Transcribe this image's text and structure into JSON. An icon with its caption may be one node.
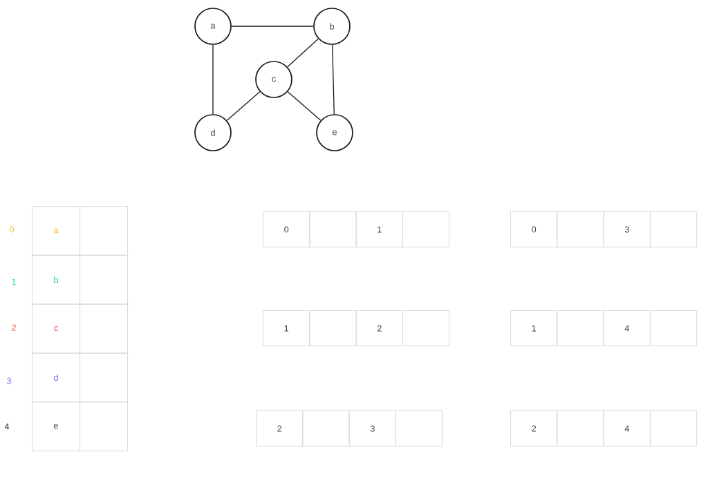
{
  "diagram": {
    "nodes": [
      {
        "text": [
          "a"
        ]
      },
      {
        "text": [
          "b"
        ]
      },
      {
        "text": [
          "c"
        ]
      },
      {
        "text": [
          "d"
        ]
      },
      {
        "text": [
          "e"
        ]
      }
    ],
    "edges": [
      {
        "from": 0,
        "to": 1,
        "arrow": "none"
      },
      {
        "from": 0,
        "to": 3,
        "arrow": "none"
      },
      {
        "from": 1,
        "to": 2,
        "arrow": "none"
      },
      {
        "from": 1,
        "to": 4,
        "arrow": "none"
      },
      {
        "from": 2,
        "to": 3,
        "arrow": "none"
      },
      {
        "from": 2,
        "to": 4,
        "arrow": "none"
      }
    ],
    "labels": [
      "0",
      "a",
      "1",
      "b",
      "2",
      "c",
      "3",
      "d",
      "4",
      "e",
      "0",
      "1",
      "1",
      "2",
      "2",
      "3",
      "0",
      "3",
      "1",
      "4",
      "2",
      "4"
    ]
  }
}
